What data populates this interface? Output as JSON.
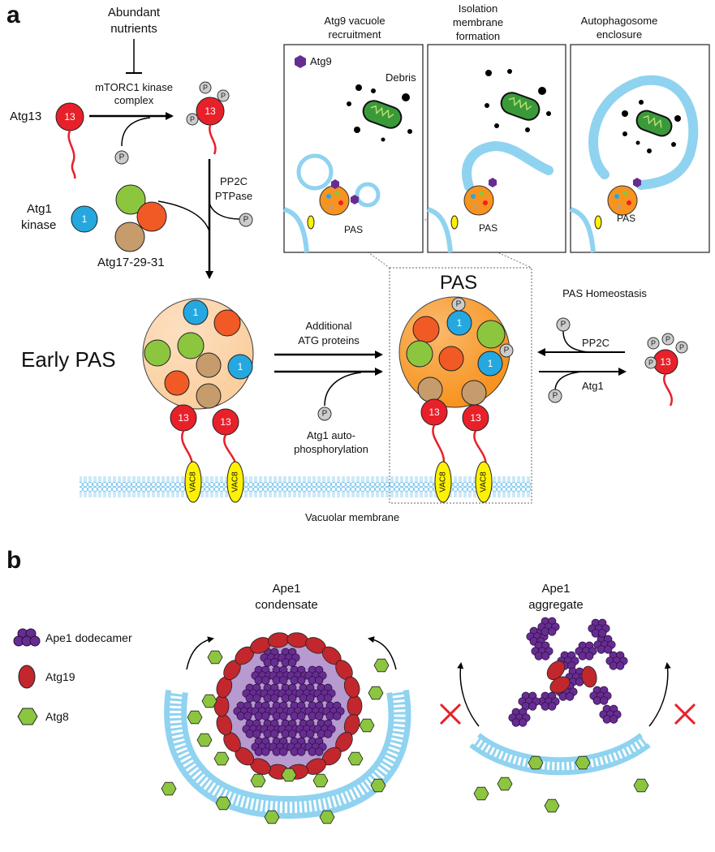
{
  "panel_a": {
    "letter": "a",
    "abundant_nutrients": [
      "Abundant",
      "nutrients"
    ],
    "mtorc1": [
      "mTORC1 kinase",
      "complex"
    ],
    "atg13": "Atg13",
    "thirteen": "13",
    "p": "P",
    "one": "1",
    "pp2c_ptpase": [
      "PP2C",
      "PTPase"
    ],
    "atg1_kinase": [
      "Atg1",
      "kinase"
    ],
    "atg17_29_31": "Atg17-29-31",
    "early_pas": "Early PAS",
    "additional_atg": [
      "Additional",
      "ATG proteins"
    ],
    "atg1_auto": [
      "Atg1 auto-",
      "phosphorylation"
    ],
    "pas": "PAS",
    "pas_homeostasis": "PAS Homeostasis",
    "pp2c": "PP2C",
    "atg1": "Atg1",
    "vac8": "VAC8",
    "vacuolar_membrane": "Vacuolar membrane",
    "box_titles": [
      [
        "Atg9 vacuole",
        "recruitment"
      ],
      [
        "Isolation",
        "membrane",
        "formation"
      ],
      [
        "Autophagosome",
        "enclosure"
      ]
    ],
    "atg9": "Atg9",
    "debris": "Debris",
    "pas_small": "PAS"
  },
  "panel_b": {
    "letter": "b",
    "legend": [
      "Ape1 dodecamer",
      "Atg19",
      "Atg8"
    ],
    "condensate": [
      "Ape1",
      "condensate"
    ],
    "aggregate": [
      "Ape1",
      "aggregate"
    ]
  },
  "colors": {
    "atg13_red": "#e8202a",
    "atg1_blue": "#25a8df",
    "atg17_green": "#8cc63f",
    "atg29_orange": "#f15a24",
    "atg31_brown": "#c69c6d",
    "pas_orange": "#f7931e",
    "early_pas_peach": "#fbcf9f",
    "membrane_blue": "#8fd3f0",
    "vac8_yellow": "#fff200",
    "ape1_purple": "#662d91",
    "atg19_red": "#c1272d",
    "atg8_green": "#8cc63f",
    "inhibit_x": "#e8202a"
  }
}
